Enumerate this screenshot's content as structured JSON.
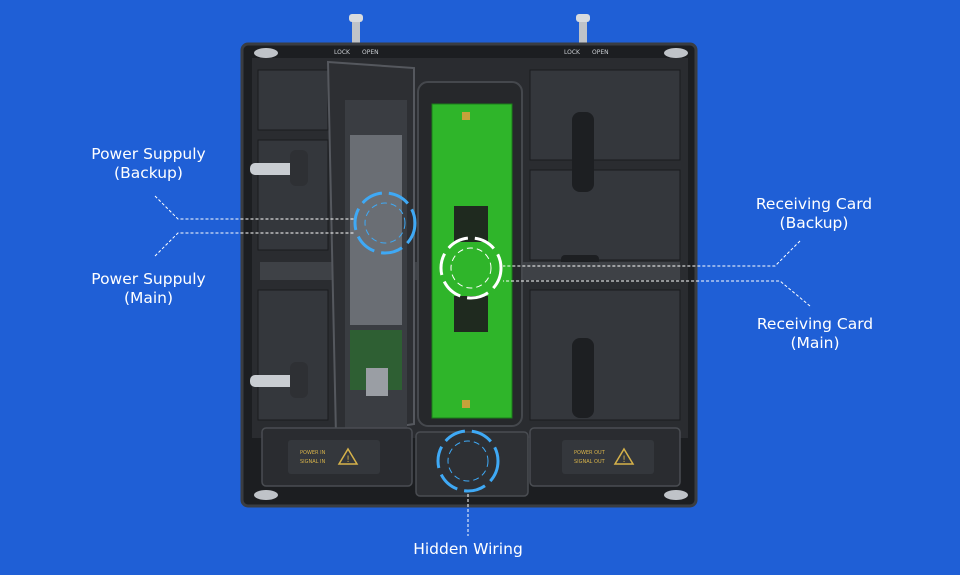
{
  "colors": {
    "background": "#1f5fd6",
    "cabinet": "#232528",
    "cabinet_frame": "#3a3d42",
    "card_board": "#2fb52a",
    "ring": "#3fa9f5",
    "leader_line": "#ffffff",
    "label_text": "#ffffff"
  },
  "labels": {
    "power_backup_line1": "Power Suppuly",
    "power_backup_line2": "(Backup)",
    "power_main_line1": "Power Suppuly",
    "power_main_line2": "(Main)",
    "recv_backup_line1": "Receiving Card",
    "recv_backup_line2": "(Backup)",
    "recv_main_line1": "Receiving Card",
    "recv_main_line2": "(Main)",
    "hidden_wiring": "Hidden Wiring"
  },
  "cabinet_markings": {
    "lock_left": "LOCK",
    "open_left": "OPEN",
    "lock_right": "LOCK",
    "open_right": "OPEN",
    "power_in": "POWER IN",
    "signal_in": "SIGNAL IN",
    "power_out": "POWER OUT",
    "signal_out": "SIGNAL OUT"
  },
  "icons": {
    "warning_left": "warning-triangle-icon",
    "warning_right": "warning-triangle-icon"
  }
}
